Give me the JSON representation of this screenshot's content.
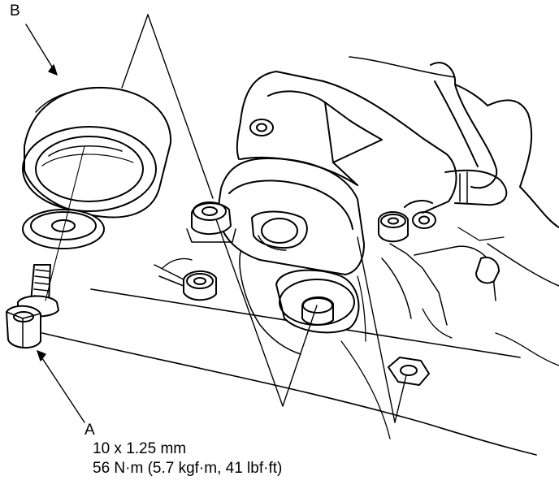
{
  "labels": {
    "b": "B",
    "a": "A"
  },
  "specs": {
    "bolt_size": "10 x 1.25 mm",
    "torque": "56 N·m (5.7 kgf·m, 41 lbf·ft)"
  },
  "colors": {
    "line": "#000000",
    "background": "#ffffff",
    "shade": "#d9d9d9"
  }
}
